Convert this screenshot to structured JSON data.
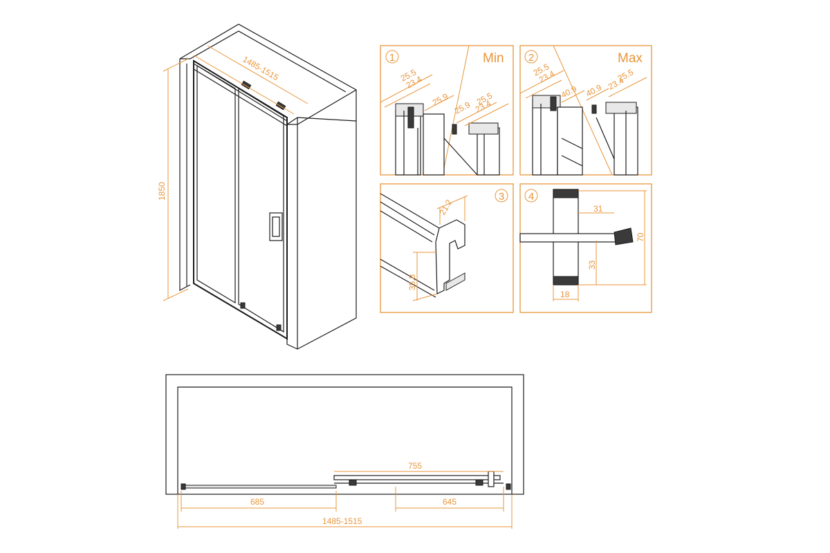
{
  "iso_view": {
    "width_dim": "1485-1515",
    "height_dim": "1850"
  },
  "detail_1": {
    "number": "1",
    "mode": "Min",
    "dims": [
      "25.5",
      "23.4",
      "25.9",
      "25.9",
      "25.5",
      "23.4"
    ]
  },
  "detail_2": {
    "number": "2",
    "mode": "Max",
    "dims": [
      "25.5",
      "23.4",
      "40.9",
      "40.9",
      "23.4",
      "25.5"
    ]
  },
  "detail_3": {
    "number": "3",
    "dims": [
      "21.2",
      "35.8"
    ]
  },
  "detail_4": {
    "number": "4",
    "dims": [
      "31",
      "70",
      "33",
      "18"
    ]
  },
  "plan_view": {
    "door_width": "755",
    "left_panel": "685",
    "right_panel": "645",
    "total_width": "1485-1515"
  },
  "colors": {
    "dimension": "#e8953a",
    "line": "#1a1a1a"
  }
}
